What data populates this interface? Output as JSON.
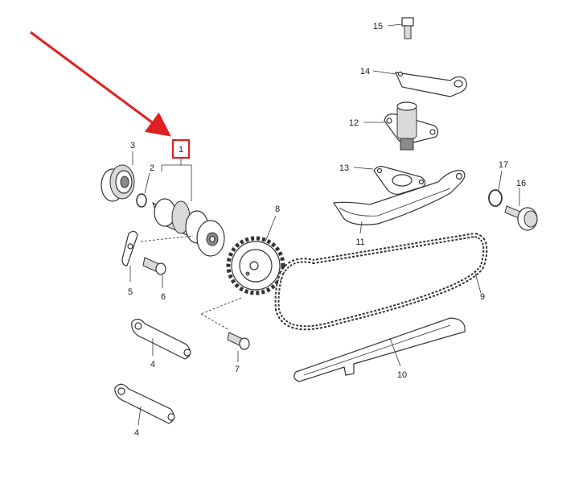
{
  "colors": {
    "highlight": "#e02020",
    "line": "#333333",
    "shade": "#d9d9d9"
  },
  "labels": {
    "p1": "1",
    "p2": "2",
    "p3": "3",
    "p4a": "4",
    "p4b": "4",
    "p5": "5",
    "p6": "6",
    "p7": "7",
    "p8": "8",
    "p9": "9",
    "p10": "10",
    "p11": "11",
    "p12": "12",
    "p13": "13",
    "p14": "14",
    "p15": "15",
    "p16": "16",
    "p17": "17"
  }
}
